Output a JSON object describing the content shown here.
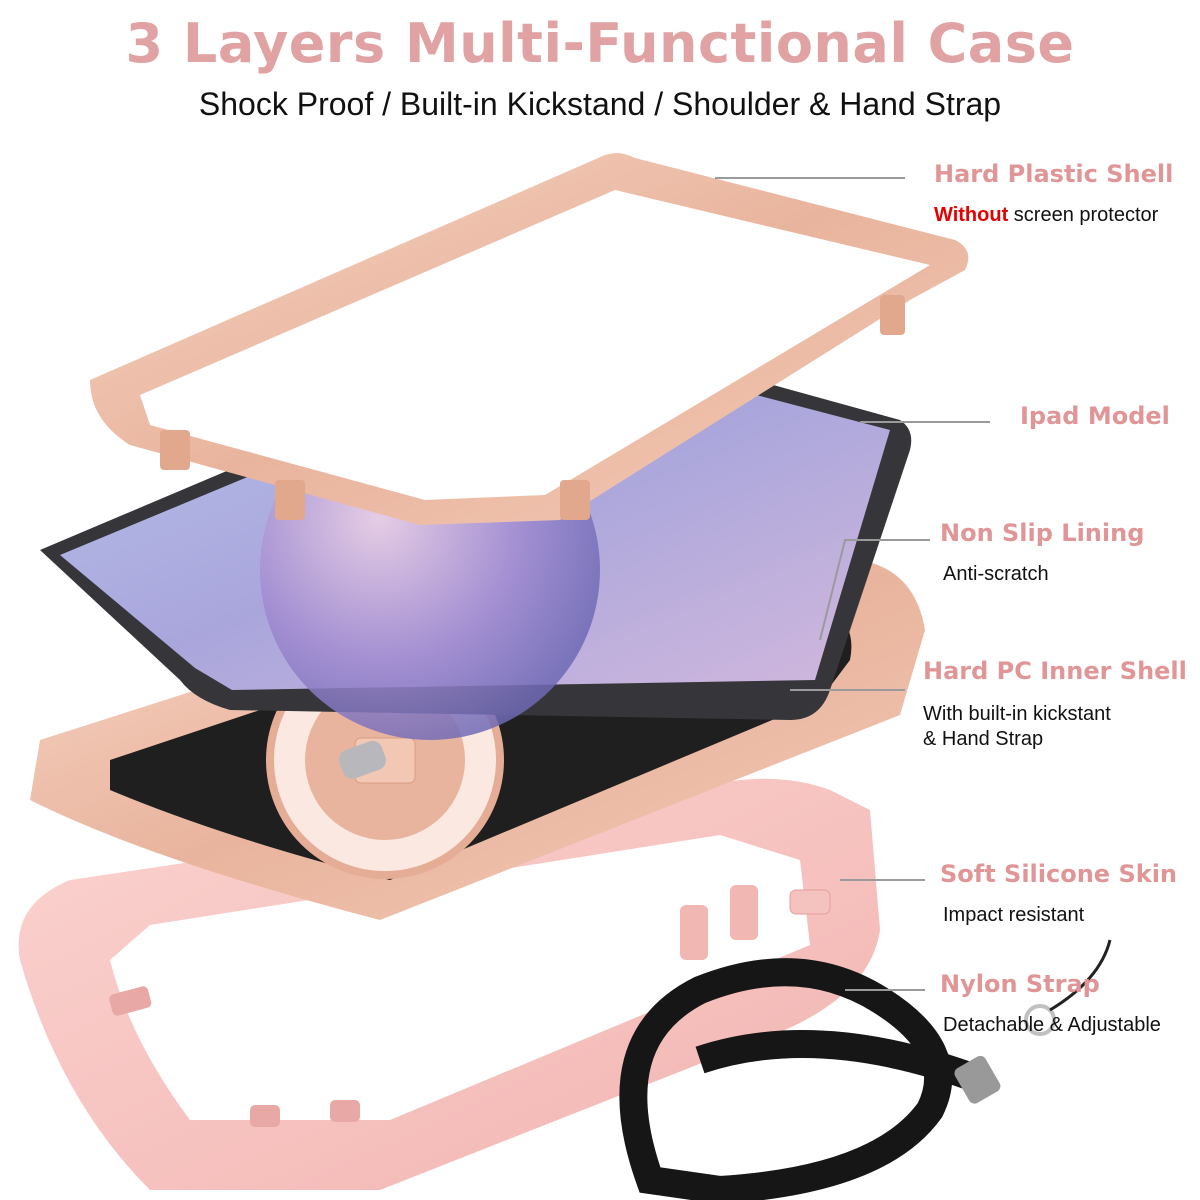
{
  "header": {
    "title": "3 Layers Multi-Functional Case",
    "subtitle": "Shock Proof / Built-in Kickstand / Shoulder & Hand Strap"
  },
  "callouts": {
    "hard_shell": {
      "label": "Hard Plastic Shell",
      "desc_emphasis": "Without",
      "desc": " screen protector"
    },
    "ipad": {
      "label": "Ipad Model"
    },
    "lining": {
      "label": "Non Slip Lining",
      "desc": "Anti-scratch"
    },
    "inner_shell": {
      "label": "Hard PC Inner Shell",
      "desc_line1": "With built-in kickstant",
      "desc_line2": "& Hand Strap"
    },
    "silicone": {
      "label": "Soft Silicone Skin",
      "desc": "Impact resistant"
    },
    "strap": {
      "label": "Nylon Strap",
      "desc": "Detachable & Adjustable"
    }
  },
  "colors": {
    "title": "#e0a2a3",
    "label": "#e09596",
    "emphasis": "#e60000",
    "rose_gold": "#eec1ac",
    "silicone_pink": "#f7c4c2",
    "tablet_body": "#3a3a3d",
    "lining": "#222222"
  }
}
